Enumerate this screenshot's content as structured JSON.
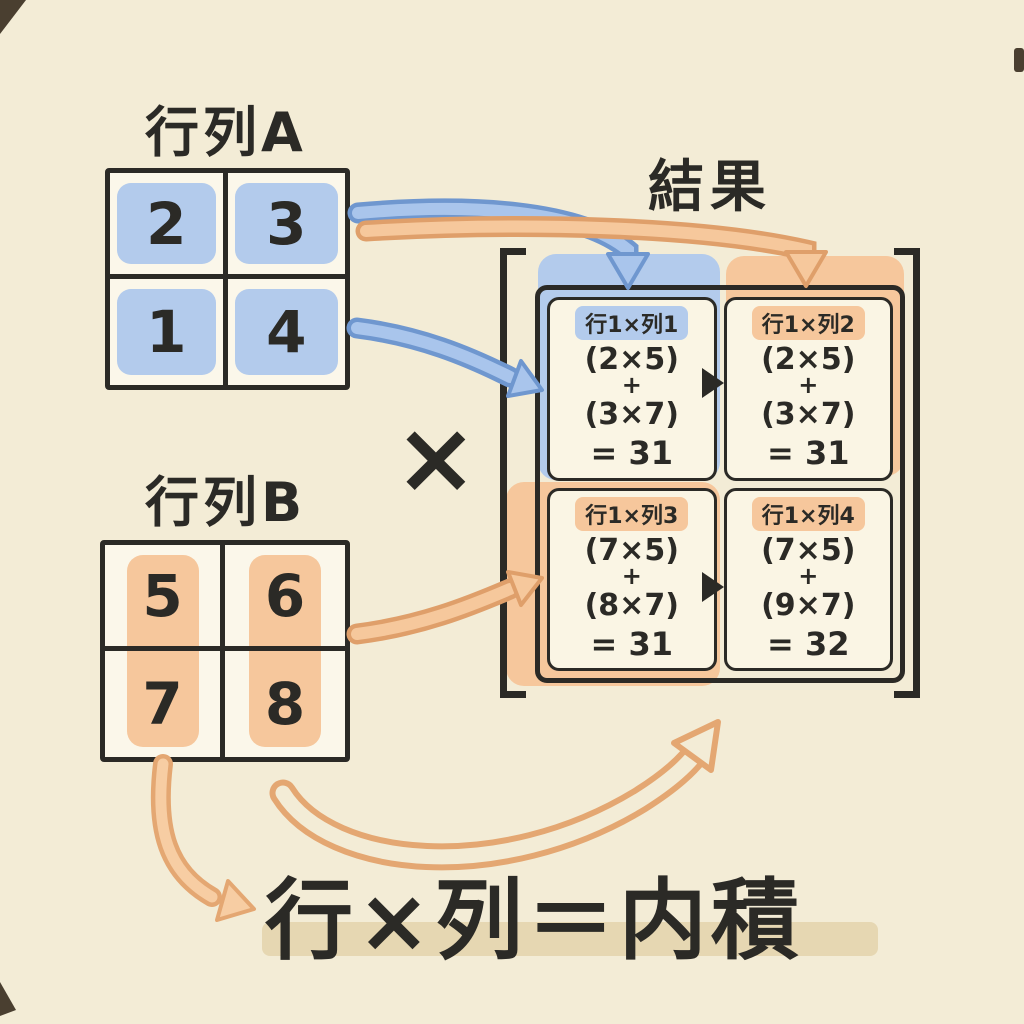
{
  "colors": {
    "background": "#f3ecd6",
    "ink": "#2b2a26",
    "blue_highlight": "#b3cbec",
    "orange_highlight": "#f6c79c",
    "blue_arrow": "#a9c5ec",
    "orange_arrow": "#f6c89c"
  },
  "matrix_a": {
    "label": "行列A",
    "rows": [
      [
        "2",
        "3"
      ],
      [
        "1",
        "4"
      ]
    ]
  },
  "matrix_b": {
    "label": "行列B",
    "rows": [
      [
        "5",
        "6"
      ],
      [
        "7",
        "8"
      ]
    ]
  },
  "operator": "×",
  "result": {
    "label": "結果",
    "cells": [
      {
        "tag": "行1×列1",
        "term1": "(2×5)",
        "op": "+",
        "term2": "(3×7)",
        "value": "= 31"
      },
      {
        "tag": "行1×列2",
        "term1": "(2×5)",
        "op": "+",
        "term2": "(3×7)",
        "value": "= 31"
      },
      {
        "tag": "行1×列3",
        "term1": "(7×5)",
        "op": "+",
        "term2": "(8×7)",
        "value": "= 31"
      },
      {
        "tag": "行1×列4",
        "term1": "(7×5)",
        "op": "+",
        "term2": "(9×7)",
        "value": "= 32"
      }
    ]
  },
  "formula": "行×列＝内積"
}
